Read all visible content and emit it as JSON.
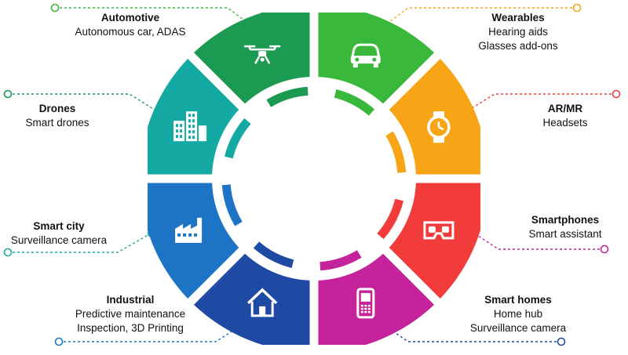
{
  "segments": [
    {
      "id": "automotive",
      "title": "Automotive",
      "lines": [
        "Autonomous car, ADAS"
      ],
      "color": "#39b83c",
      "icon": "car-icon"
    },
    {
      "id": "wearables",
      "title": "Wearables",
      "lines": [
        "Hearing aids",
        "Glasses add-ons"
      ],
      "color": "#f7a416",
      "icon": "watch-icon"
    },
    {
      "id": "ar-mr",
      "title": "AR/MR",
      "lines": [
        "Headsets"
      ],
      "color": "#f23b3b",
      "icon": "vr-headset-icon"
    },
    {
      "id": "smartphones",
      "title": "Smartphones",
      "lines": [
        "Smart assistant"
      ],
      "color": "#c4239b",
      "icon": "smartphone-icon"
    },
    {
      "id": "smart-homes",
      "title": "Smart homes",
      "lines": [
        "Home hub",
        "Surveillance camera"
      ],
      "color": "#1f4aa3",
      "icon": "house-icon"
    },
    {
      "id": "industrial",
      "title": "Industrial",
      "lines": [
        "Predictive maintenance",
        "Inspection, 3D Printing"
      ],
      "color": "#1e74c4",
      "icon": "factory-icon"
    },
    {
      "id": "smart-city",
      "title": "Smart city",
      "lines": [
        "Surveillance camera"
      ],
      "color": "#14aaa3",
      "icon": "buildings-icon"
    },
    {
      "id": "drones",
      "title": "Drones",
      "lines": [
        "Smart drones"
      ],
      "color": "#1d9a52",
      "icon": "drone-icon"
    }
  ]
}
